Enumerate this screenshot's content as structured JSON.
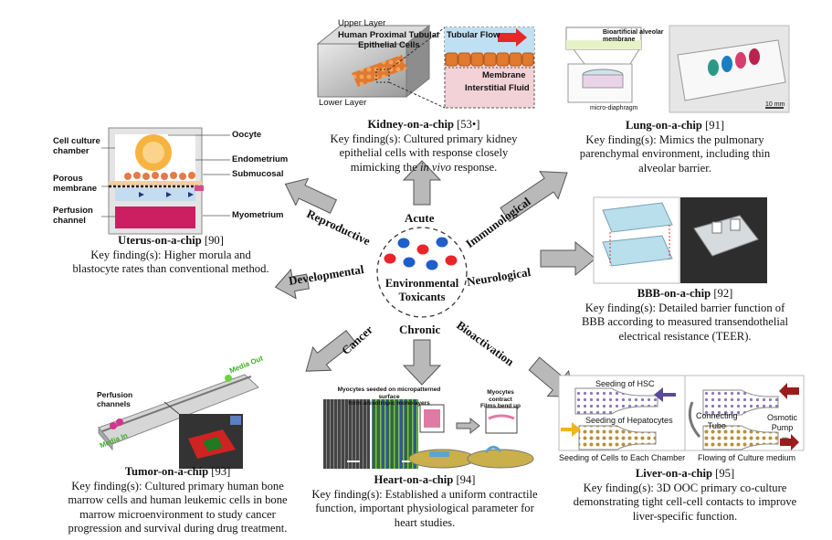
{
  "center": {
    "line1": "Environmental",
    "line2": "Toxicants"
  },
  "categories": {
    "acute": "Acute",
    "chronic": "Chronic",
    "reproductive": "Reproductive",
    "developmental": "Developmental",
    "immunological": "Immunological",
    "neurological": "Neurological",
    "cancer": "Cancer",
    "bioactivation": "Bioactivation"
  },
  "kidney": {
    "title": "Kidney-on-a-chip",
    "ref": "[53•]",
    "finding_a": "Key finding(s): Cultured primary kidney",
    "finding_b": "epithelial cells with response closely",
    "finding_c": "mimicking the",
    "finding_d": "in vivo",
    "finding_e": "response.",
    "labels": {
      "upper_layer": "Upper Layer",
      "cells_1": "Human Proximal Tubular",
      "cells_2": "Epithelial Cells",
      "lower_layer": "Lower Layer",
      "tubular_flow": "Tubular Flow",
      "membrane": "Membrane",
      "interstitial": "Interstitial Fluid"
    }
  },
  "lung": {
    "title": "Lung-on-a-chip",
    "ref": "[91]",
    "finding_a": "Key finding(s):  Mimics the pulmonary",
    "finding_b": "parenchymal environment, including thin",
    "finding_c": "alveolar barrier.",
    "labels": {
      "alveolar_1": "Bioartificial alveolar",
      "alveolar_2": "membrane",
      "diaphragm": "micro-diaphragm",
      "scale": "10 mm"
    }
  },
  "uterus": {
    "title": "Uterus-on-a-chip",
    "ref": "[90]",
    "finding_a": "Key finding(s): Higher morula and",
    "finding_b": "blastocyte rates than conventional method.",
    "labels": {
      "cell_culture_1": "Cell culture",
      "cell_culture_2": "chamber",
      "porous_1": "Porous",
      "porous_2": "membrane",
      "perfusion_1": "Perfusion",
      "perfusion_2": "channel",
      "oocyte": "Oocyte",
      "endometrium": "Endometrium",
      "submucosal": "Submucosal",
      "myometrium": "Myometrium"
    }
  },
  "bbb": {
    "title": "BBB-on-a-chip",
    "ref": "[92]",
    "finding_a": "Key finding(s): Detailed barrier function of",
    "finding_b": "BBB according to measured transendothelial",
    "finding_c": "electrical resistance (TEER)."
  },
  "tumor": {
    "title": "Tumor-on-a-chip",
    "ref": "[93]",
    "finding_a": "Key finding(s): Cultured primary human bone",
    "finding_b": "marrow cells and human leukemic cells in bone",
    "finding_c": "marrow microenvironment to study cancer",
    "finding_d": "progression and survival during drug treatment.",
    "labels": {
      "perfusion_1": "Perfusion",
      "perfusion_2": "channels",
      "media_out": "Media Out",
      "media_in": "Media In"
    }
  },
  "heart": {
    "title": "Heart-on-a-chip",
    "ref": "[94]",
    "finding_a": "Key finding(s): Established a uniform contractile",
    "finding_b": "function, important physiological parameter for",
    "finding_c": "heart studies.",
    "labels": {
      "seeded_1": "Myocytes seeded on micropatterned surface",
      "seeded_2": "form anisotropic monolayers",
      "contract_1": "Myocytes contract",
      "contract_2": "Films bend up"
    }
  },
  "liver": {
    "title": "Liver-on-a-chip",
    "ref": "[95]",
    "finding_a": "Key finding(s): 3D OOC primary co-culture",
    "finding_b": "demonstrating tight cell-cell contacts to improve",
    "finding_c": "liver-specific function.",
    "labels": {
      "hsc": "Seeding of HSC",
      "hepatocytes": "Seeding of Hepatocytes",
      "connecting_1": "Connecting",
      "connecting_2": "Tube",
      "osmotic_1": "Osmotic",
      "osmotic_2": "Pump",
      "seeding_each": "Seeding of Cells to Each Chamber",
      "flowing": "Flowing of Culture medium"
    }
  },
  "colors": {
    "red_dot": "#e8262a",
    "blue_dot": "#1f5fc9",
    "arrow_fill": "#b9b9b9",
    "arrow_stroke": "#555555"
  }
}
